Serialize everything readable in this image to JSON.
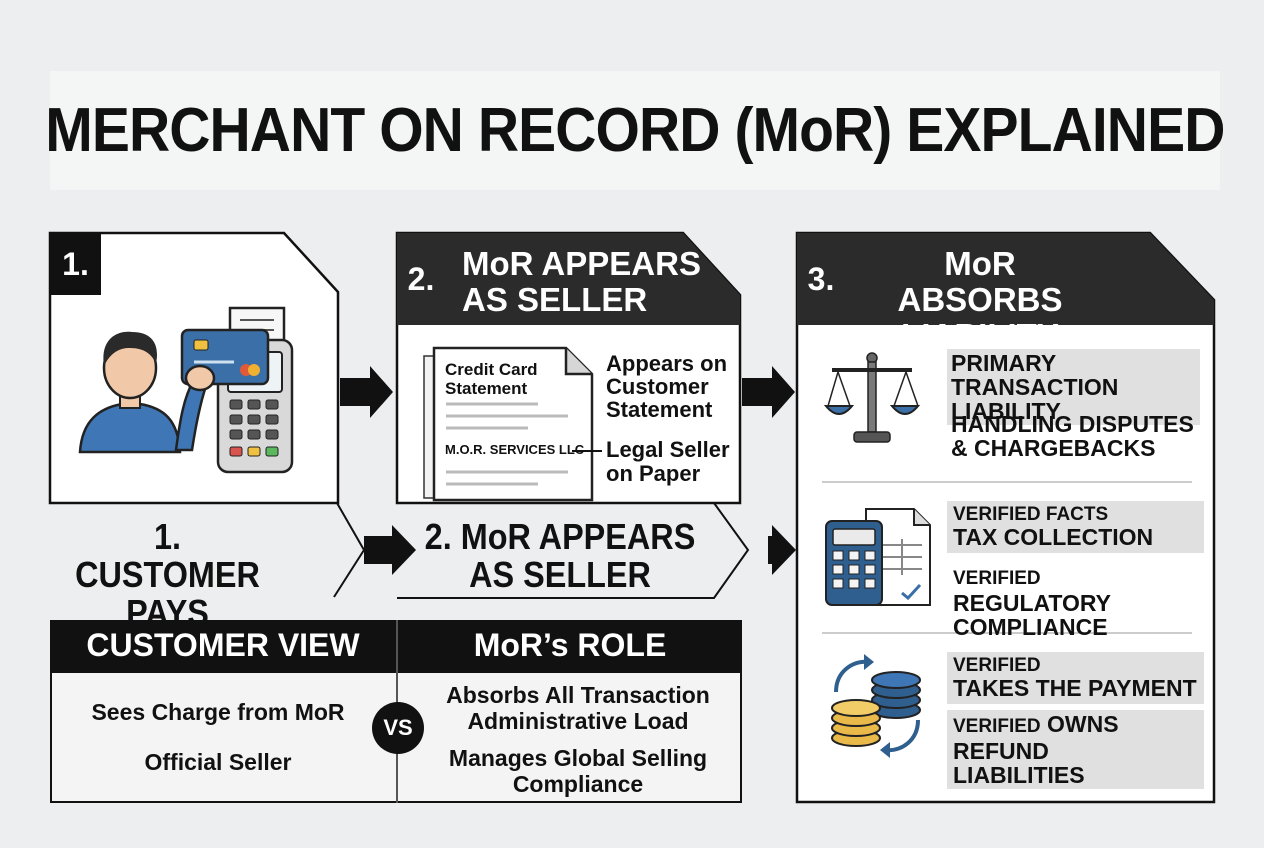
{
  "title": "MERCHANT ON RECORD (MoR) EXPLAINED",
  "step1": {
    "number": "1.",
    "caption_line1": "1. CUSTOMER",
    "caption_line2": "PAYS"
  },
  "step2": {
    "header_number": "2.",
    "header_line1": "MoR APPEARS",
    "header_line2": "AS SELLER",
    "doc_title_line1": "Credit Card",
    "doc_title_line2": "Statement",
    "doc_entry": "M.O.R. SERVICES LLC",
    "note1_line1": "Appears on",
    "note1_line2": "Customer",
    "note1_line3": "Statement",
    "note2_line1": "Legal Seller",
    "note2_line2": "on Paper",
    "caption_line1": "2. MoR APPEARS",
    "caption_line2": "AS SELLER"
  },
  "step3": {
    "header_number": "3.",
    "header_line1": "MoR ABSORBS",
    "header_line2": "LIABILITY",
    "sections": [
      {
        "icon": "scales-icon",
        "items": [
          {
            "line1": "PRIMARY TRANSACTION",
            "line2": "LIABILITY"
          },
          {
            "line1": "HANDLING DISPUTES",
            "line2": "& CHARGEBACKS"
          }
        ]
      },
      {
        "icon": "calculator-document-icon",
        "items": [
          {
            "prefix": "VERIFIED FACTS",
            "line2": "TAX COLLECTION"
          },
          {
            "prefix": "VERIFIED",
            "main": "REGULATORY",
            "line2": "COMPLIANCE"
          }
        ]
      },
      {
        "icon": "coins-refund-icon",
        "items": [
          {
            "prefix": "VERIFIED",
            "line2": "TAKES THE PAYMENT"
          },
          {
            "prefix": "VERIFIED",
            "main": "OWNS REFUND",
            "line2": "LIABILITIES"
          }
        ]
      }
    ]
  },
  "comparison": {
    "left_header": "CUSTOMER VIEW",
    "right_header": "MoR’s ROLE",
    "left_items": [
      "Sees Charge from MoR",
      "Official Seller"
    ],
    "vs": "VS",
    "right_items": [
      {
        "line1": "Absorbs All Transaction",
        "line2": "Administrative Load"
      },
      {
        "line1": "Manages Global Selling",
        "line2": "Compliance"
      }
    ]
  },
  "colors": {
    "card_blue": "#3a6fa8",
    "shirt_blue": "#3f76b5",
    "skin": "#f2c9a8",
    "coin_gold": "#e9b94a",
    "coin_blue": "#2f5f8e",
    "dark": "#111111",
    "header_gray": "#2b2b2b"
  }
}
